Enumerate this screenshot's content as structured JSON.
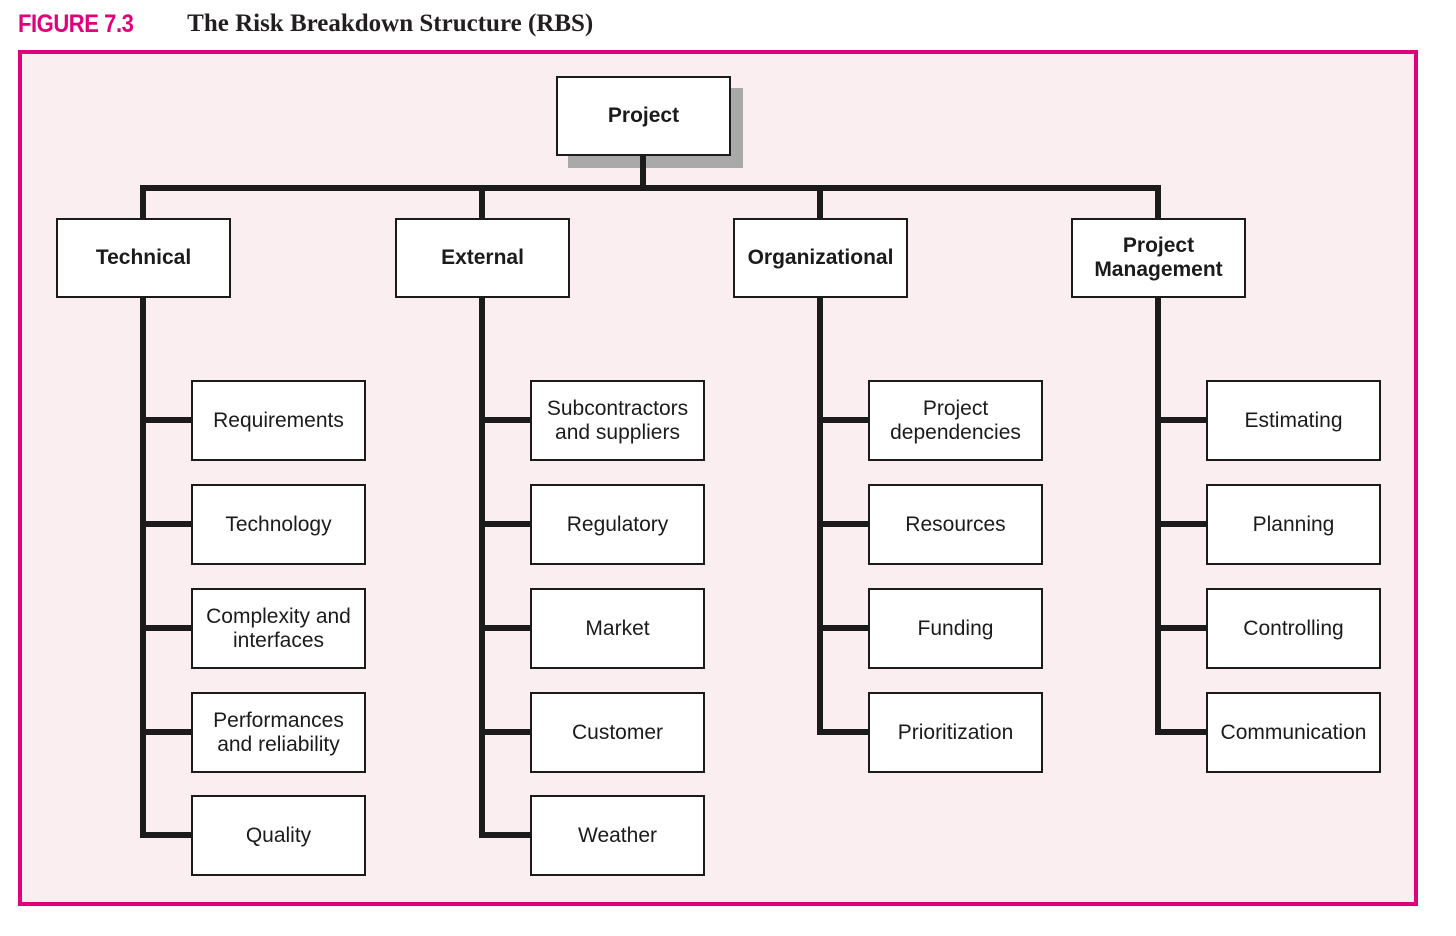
{
  "figure": {
    "label": "FIGURE 7.3",
    "title": "The Risk Breakdown Structure (RBS)",
    "accent_color": "#E0007A",
    "panel_fill": "#FBEEF1",
    "line_color": "#1b1b1b",
    "shadow_color": "#a9a9a9"
  },
  "diagram": {
    "type": "tree",
    "root": {
      "label": "Project"
    },
    "branches": [
      {
        "label": "Technical",
        "children": [
          {
            "label": "Requirements"
          },
          {
            "label": "Technology"
          },
          {
            "label": "Complexity and interfaces"
          },
          {
            "label": "Performances and reliability"
          },
          {
            "label": "Quality"
          }
        ]
      },
      {
        "label": "External",
        "children": [
          {
            "label": "Subcontractors and suppliers"
          },
          {
            "label": "Regulatory"
          },
          {
            "label": "Market"
          },
          {
            "label": "Customer"
          },
          {
            "label": "Weather"
          }
        ]
      },
      {
        "label": "Organizational",
        "children": [
          {
            "label": "Project dependencies"
          },
          {
            "label": "Resources"
          },
          {
            "label": "Funding"
          },
          {
            "label": "Prioritization"
          }
        ]
      },
      {
        "label": "Project Management",
        "children": [
          {
            "label": "Estimating"
          },
          {
            "label": "Planning"
          },
          {
            "label": "Controlling"
          },
          {
            "label": "Communication"
          }
        ]
      }
    ]
  }
}
